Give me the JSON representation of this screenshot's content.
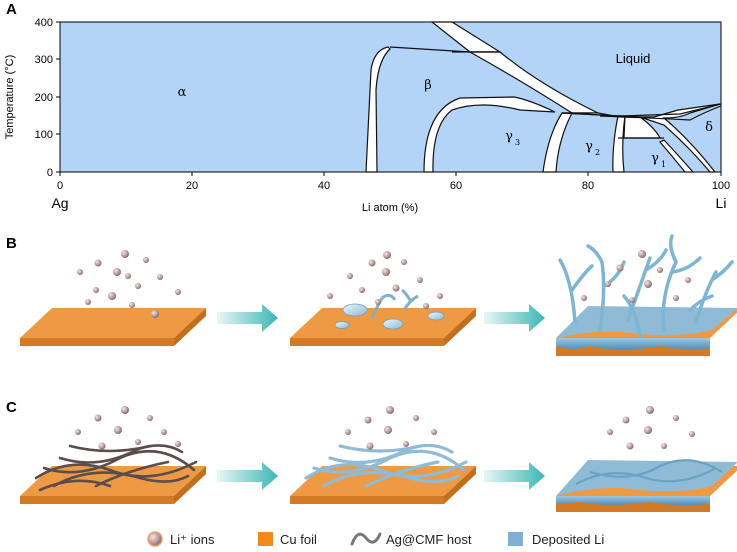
{
  "panel_a": {
    "letter": "A",
    "y_axis_title": "Temperature (°C)",
    "x_axis_title": "Li atom (%)",
    "y_ticks": [
      "0",
      "100",
      "200",
      "300",
      "400"
    ],
    "x_ticks": [
      "0",
      "20",
      "40",
      "60",
      "80",
      "100"
    ],
    "left_element": "Ag",
    "right_element": "Li",
    "phases": {
      "alpha": "α",
      "beta": "β",
      "gamma": "γ",
      "gamma3_sub": "3",
      "gamma2_sub": "2",
      "gamma1_sub": "1",
      "delta": "δ",
      "liquid": "Liquid"
    },
    "fill_color": "#b3d3f7"
  },
  "panel_b": {
    "letter": "B"
  },
  "panel_c": {
    "letter": "C"
  },
  "colors": {
    "cu_foil": "#ee9a45",
    "cu_foil_side": "#d27a25",
    "deposited_li": "#6fa6c9",
    "arrow": "#5cc4c0",
    "host": "#5a4d4b",
    "ion": "#b79a9a"
  },
  "legend": {
    "li_ions": "Li⁺ ions",
    "cu_foil": "Cu foil",
    "host": "Ag@CMF host",
    "deposited_li": "Deposited Li"
  }
}
